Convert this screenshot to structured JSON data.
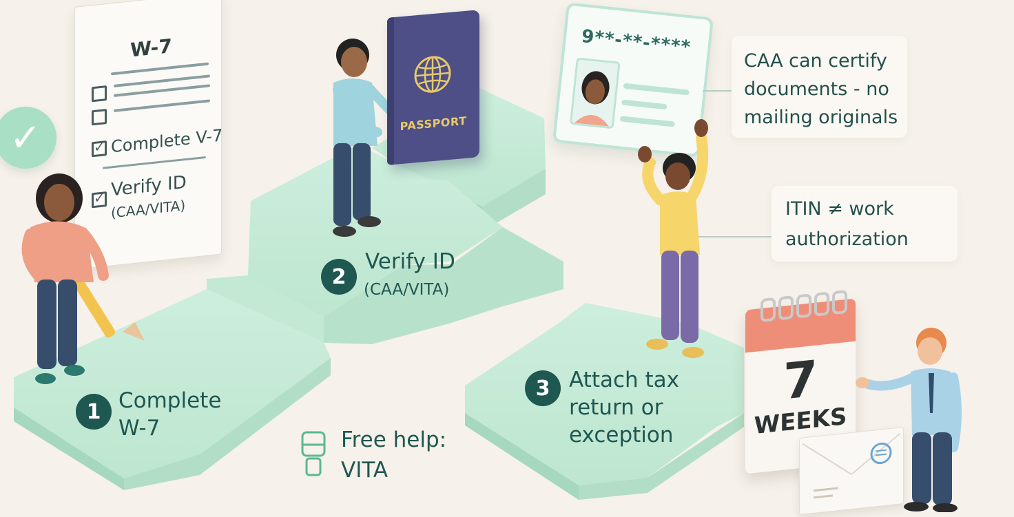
{
  "form": {
    "title": "W-7",
    "item1": "Complete V-7",
    "item2_line1": "Verify ID",
    "item2_line2": "(CAA/VITA)",
    "check_icon": "checkmark-icon"
  },
  "passport": {
    "label": "PASSPORT",
    "icon": "globe-icon"
  },
  "id_card": {
    "number": "9**-**-****"
  },
  "callouts": {
    "caa": [
      "CAA can certify",
      "documents - no",
      "mailing originals"
    ],
    "itin": [
      "ITIN ≠ work",
      "authorization"
    ]
  },
  "steps": [
    {
      "number": "1",
      "lines": [
        "Complete",
        "W-7"
      ]
    },
    {
      "number": "2",
      "title": "Verify ID",
      "subtitle": "(CAA/VITA)"
    },
    {
      "number": "3",
      "lines": [
        "Attach tax",
        "return or",
        "exception"
      ]
    }
  ],
  "free_help": {
    "line1": "Free help:",
    "line2": "VITA",
    "icon": "lamp-icon"
  },
  "calendar": {
    "number": "7",
    "unit": "WEEKS"
  },
  "colors": {
    "background": "#f6f1ea",
    "steps": "#bfe6d1",
    "step_badge": "#1f5751",
    "passport": "#4d4f86",
    "calendar_header": "#ef8e78"
  }
}
